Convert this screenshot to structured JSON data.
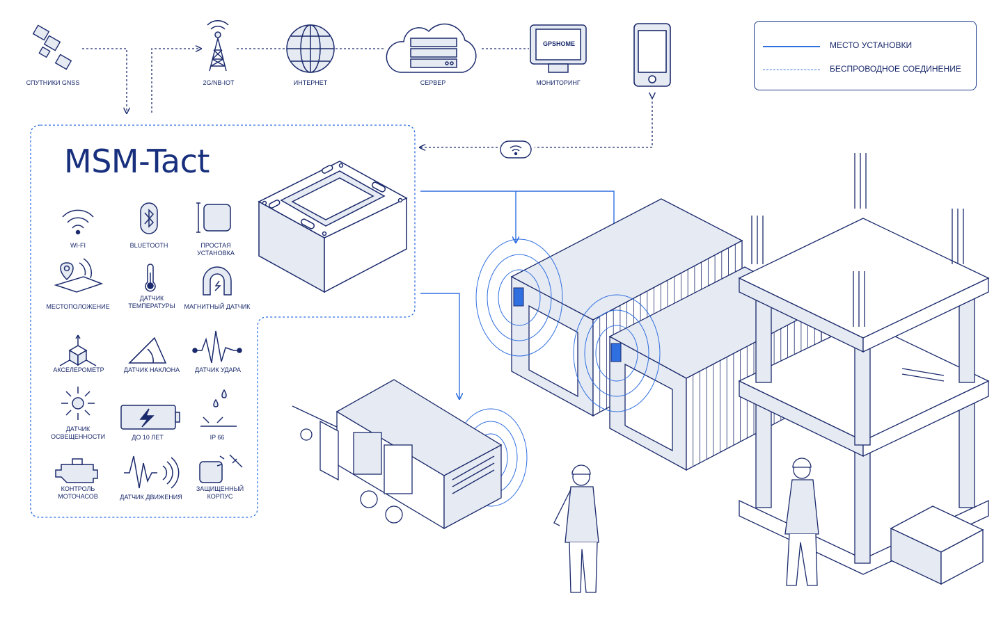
{
  "title": "MSM-Tact",
  "top_chain": {
    "satellites": "СПУТНИКИ GNSS",
    "tower": "2G/NB-IOT",
    "internet": "ИНТЕРНЕТ",
    "server": "СЕРВЕР",
    "monitoring": "МОНИТОРИНГ",
    "monitor_screen_text": "GPSHOME"
  },
  "legend": {
    "installation": "МЕСТО УСТАНОВКИ",
    "wireless": "БЕСПРОВОДНОЕ СОЕДИНЕНИЕ"
  },
  "features": [
    {
      "label": "WI-FI",
      "icon": "wifi-icon"
    },
    {
      "label": "BLUETOOTH",
      "icon": "bluetooth-icon"
    },
    {
      "label": "ПРОСТАЯ\nУСТАНОВКА",
      "icon": "easy-install-icon"
    },
    {
      "label": "МЕСТОПОЛОЖЕНИЕ",
      "icon": "location-icon"
    },
    {
      "label": "ДАТЧИК\nТЕМПЕРАТУРЫ",
      "icon": "thermometer-icon"
    },
    {
      "label": "МАГНИТНЫЙ ДАТЧИК",
      "icon": "magnet-icon"
    },
    {
      "label": "АКСЕЛЕРОМЕТР",
      "icon": "accelerometer-icon"
    },
    {
      "label": "ДАТЧИК НАКЛОНА",
      "icon": "tilt-icon"
    },
    {
      "label": "ДАТЧИК УДАРА",
      "icon": "shock-icon"
    },
    {
      "label": "ДАТЧИК\nОСВЕЩЕННОСТИ",
      "icon": "sun-icon"
    },
    {
      "label": "ДО 10 ЛЕТ",
      "icon": "battery-icon"
    },
    {
      "label": "IP 66",
      "icon": "waterproof-icon"
    },
    {
      "label": "КОНТРОЛЬ\nМОТОЧАСОВ",
      "icon": "engine-icon"
    },
    {
      "label": "ДАТЧИК ДВИЖЕНИЯ",
      "icon": "motion-icon"
    },
    {
      "label": "ЗАЩИЩЕННЫЙ\nКОРПУС",
      "icon": "protected-case-icon"
    }
  ],
  "colors": {
    "navy": "#172f7d",
    "blue": "#2f6fe0",
    "line": "#1a2a6c",
    "fill": "#e6eaf2"
  }
}
